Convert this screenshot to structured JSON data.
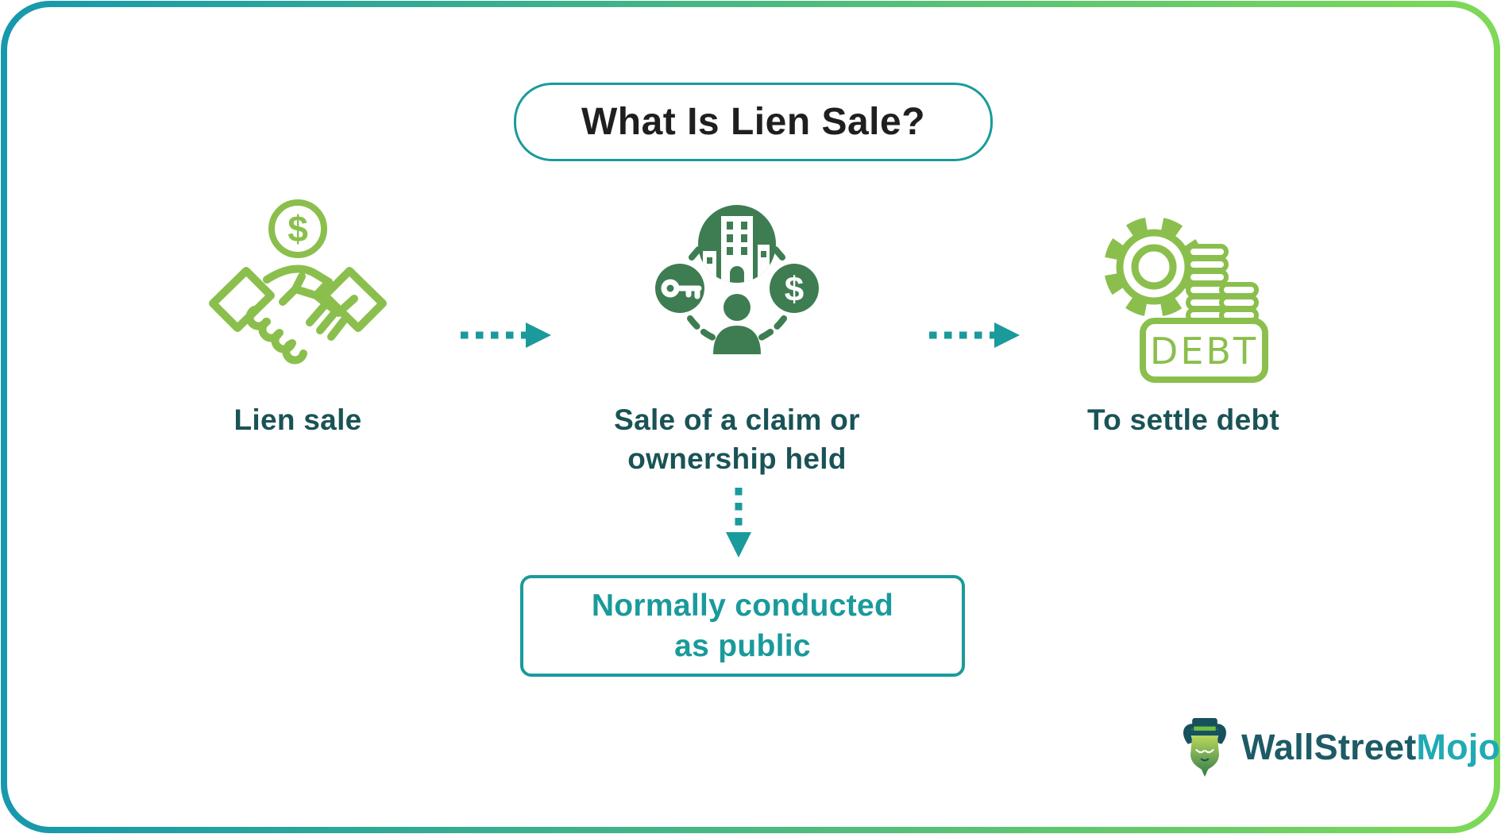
{
  "title": "What Is Lien Sale?",
  "flow": {
    "steps": [
      {
        "lines": [
          "Lien sale"
        ]
      },
      {
        "lines": [
          "Sale of a claim or",
          "ownership held"
        ]
      },
      {
        "lines": [
          "To settle debt"
        ]
      }
    ],
    "note": {
      "lines": [
        "Normally conducted",
        "as public"
      ]
    }
  },
  "icons": {
    "handshake_dollar_sign": "$",
    "asset_dollar_sign": "$",
    "debt_label": "DEBT"
  },
  "branding": {
    "part1": "WallStreet",
    "part2": "Mojo"
  },
  "colors": {
    "light_green": "#8bbf4d",
    "dark_green": "#3e7d52",
    "teal": "#1a9a9b",
    "label_dark_teal": "#1a5356",
    "title_text": "#1f1f1f",
    "frame_gradient_start": "#1798ad",
    "frame_gradient_end": "#7ed957",
    "brand_dark": "#1d5b66",
    "brand_teal": "#20aab4"
  }
}
